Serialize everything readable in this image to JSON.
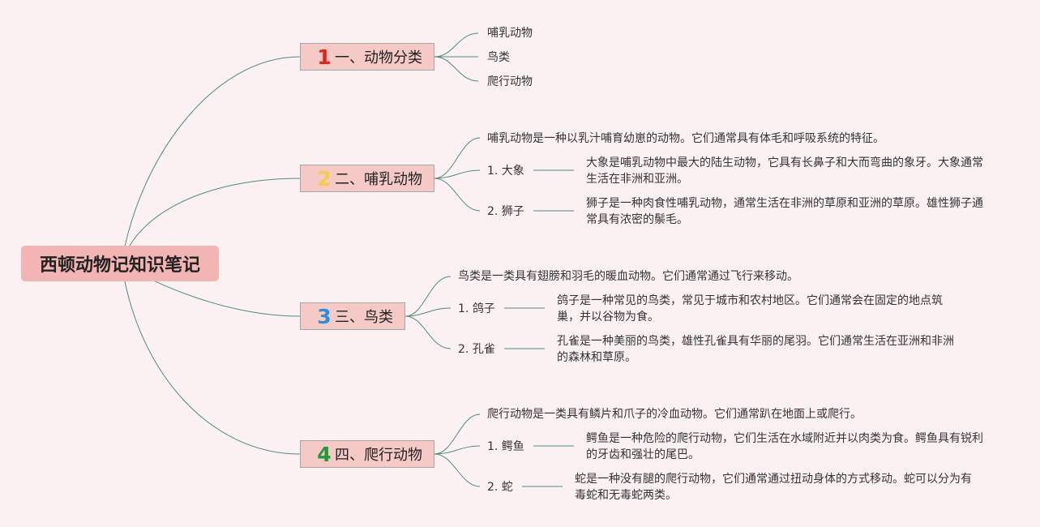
{
  "root": {
    "title": "西顿动物记知识笔记"
  },
  "colors": {
    "background": "#fbf1f3",
    "root_fill": "#f3b4b4",
    "topic_fill": "#f5c9c6",
    "connector": "#4f8a80",
    "num1": "#e2231a",
    "num2": "#f6cd4b",
    "num3": "#2a8fdb",
    "num4": "#1f9a3a"
  },
  "topics": [
    {
      "num": "1",
      "label": "一、动物分类",
      "items": [
        "哺乳动物",
        "鸟类",
        "爬行动物"
      ]
    },
    {
      "num": "2",
      "label": "二、哺乳动物",
      "intro": "哺乳动物是一种以乳汁哺育幼崽的动物。它们通常具有体毛和呼吸系统的特征。",
      "subs": [
        {
          "name": "1. 大象",
          "desc": "大象是哺乳动物中最大的陆生动物，它具有长鼻子和大而弯曲的象牙。大象通常生活在非洲和亚洲。"
        },
        {
          "name": "2. 狮子",
          "desc": "狮子是一种肉食性哺乳动物，通常生活在非洲的草原和亚洲的草原。雄性狮子通常具有浓密的鬃毛。"
        }
      ]
    },
    {
      "num": "3",
      "label": "三、鸟类",
      "intro": "鸟类是一类具有翅膀和羽毛的暖血动物。它们通常通过飞行来移动。",
      "subs": [
        {
          "name": "1. 鸽子",
          "desc": "鸽子是一种常见的鸟类，常见于城市和农村地区。它们通常会在固定的地点筑巢，并以谷物为食。"
        },
        {
          "name": "2. 孔雀",
          "desc": "孔雀是一种美丽的鸟类，雄性孔雀具有华丽的尾羽。它们通常生活在亚洲和非洲的森林和草原。"
        }
      ]
    },
    {
      "num": "4",
      "label": "四、爬行动物",
      "intro": "爬行动物是一类具有鳞片和爪子的冷血动物。它们通常趴在地面上或爬行。",
      "subs": [
        {
          "name": "1. 鳄鱼",
          "desc": "鳄鱼是一种危险的爬行动物，它们生活在水域附近并以肉类为食。鳄鱼具有锐利的牙齿和强壮的尾巴。"
        },
        {
          "name": "2. 蛇",
          "desc": "蛇是一种没有腿的爬行动物，它们通常通过扭动身体的方式移动。蛇可以分为有毒蛇和无毒蛇两类。"
        }
      ]
    }
  ]
}
